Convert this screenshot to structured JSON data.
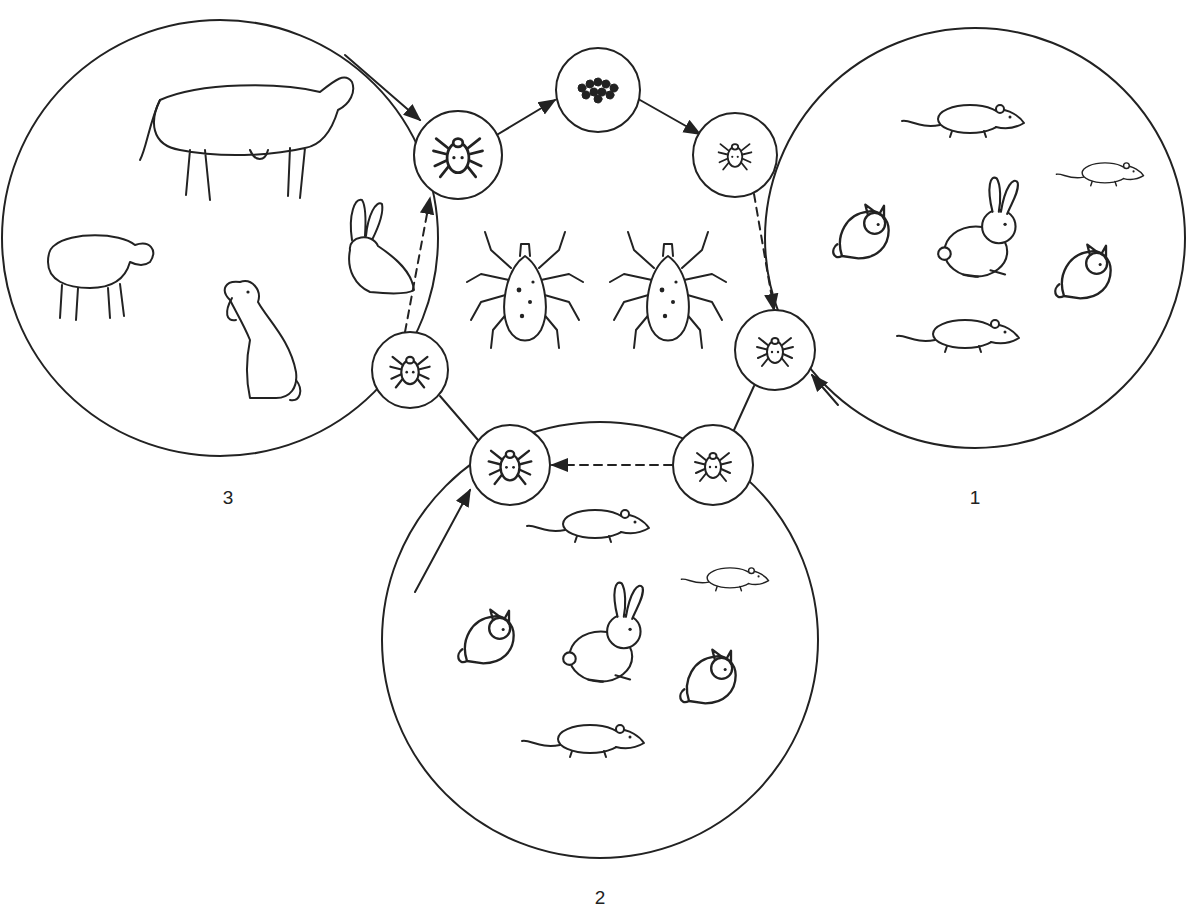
{
  "diagram": {
    "labels": [
      "3",
      "1",
      "2"
    ]
  }
}
